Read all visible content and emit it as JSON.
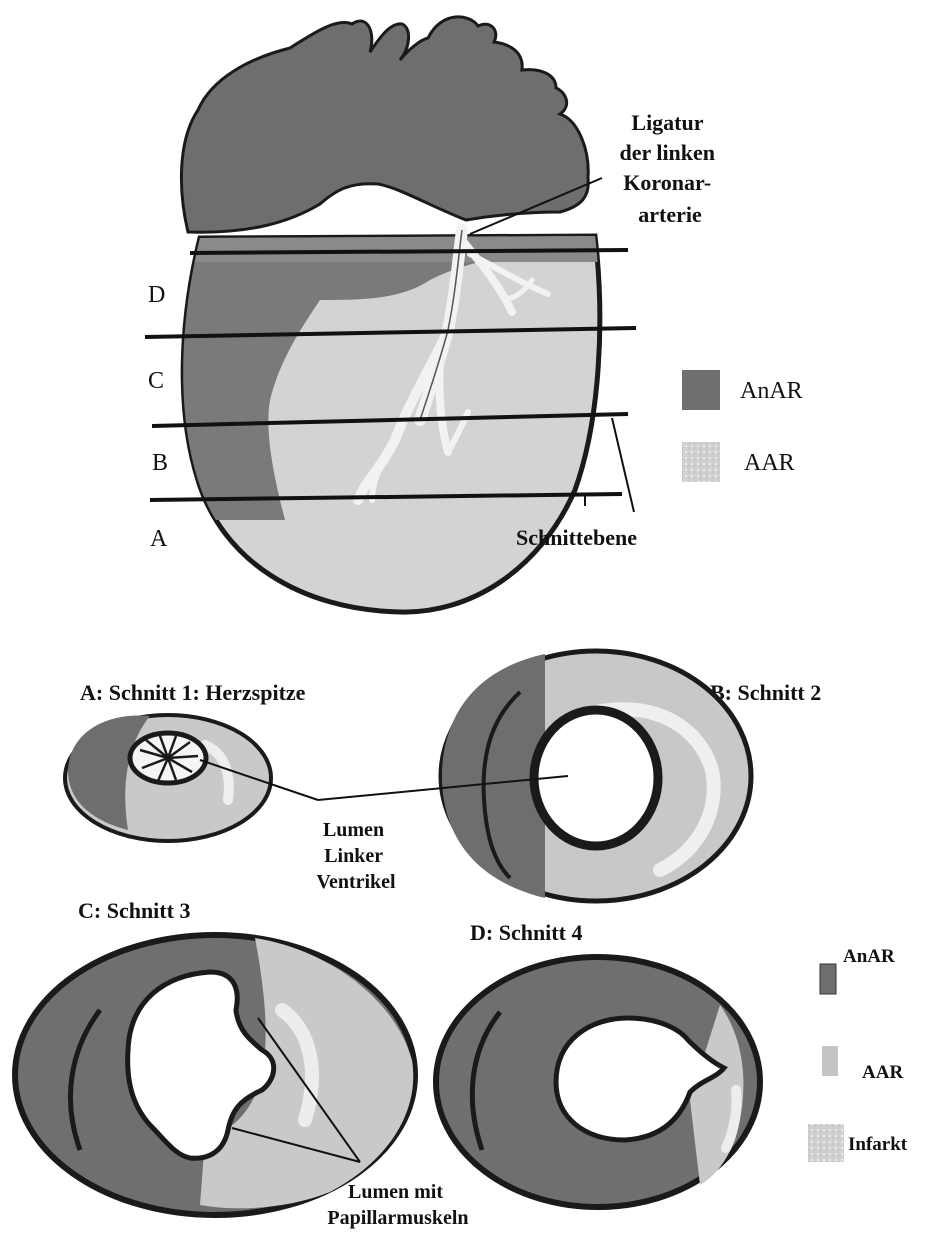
{
  "heart": {
    "ligature_label": [
      "Ligatur",
      "der linken",
      "Koronar-",
      "arterie"
    ],
    "levels": [
      "D",
      "C",
      "B",
      "A"
    ],
    "section_plane_label": "Schnittebene"
  },
  "legend_top": {
    "items": [
      {
        "label": "AnAR",
        "color": "#6f6f6f"
      },
      {
        "label": "AAR",
        "color": "#c4c4c4"
      }
    ]
  },
  "sections": {
    "a_title": "A: Schnitt 1: Herzspitze",
    "b_title": "B: Schnitt 2",
    "c_title": "C: Schnitt  3",
    "d_title": "D: Schnitt 4",
    "lumen_label": [
      "Lumen",
      "Linker",
      "Ventrikel"
    ],
    "papillary_label": [
      "Lumen mit",
      "Papillarmuskeln"
    ]
  },
  "legend_bottom": {
    "items": [
      {
        "label": "AnAR",
        "color": "#6f6f6f"
      },
      {
        "label": "AAR",
        "color": "#c4c4c4"
      },
      {
        "label": "Infarkt",
        "color": "#e2e2e2"
      }
    ]
  }
}
